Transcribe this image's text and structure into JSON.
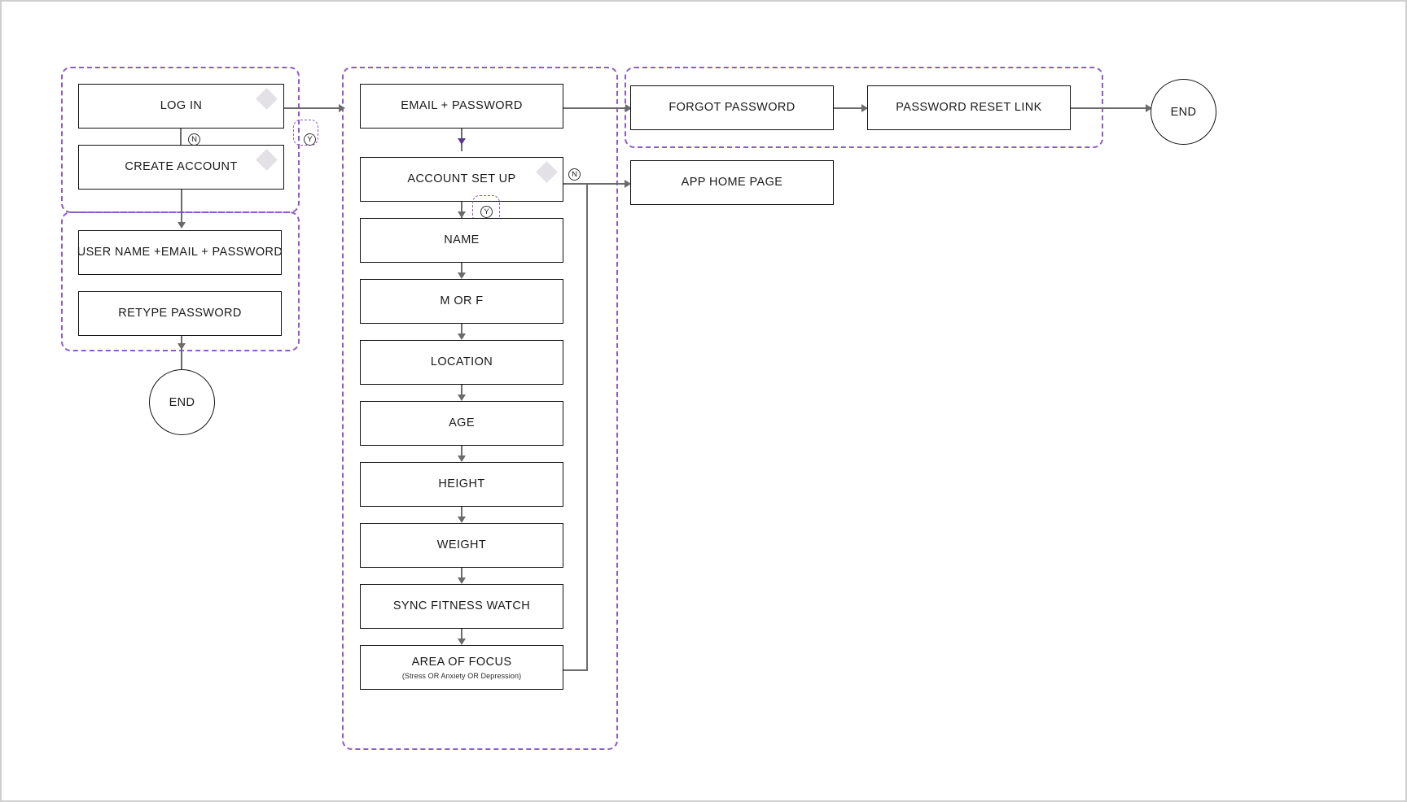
{
  "diagram": {
    "title": "App Login / Account Setup Flowchart",
    "colors": {
      "group_border": "#8b5cc7",
      "node_border": "#111111",
      "connector": "#6b6b6b",
      "diamond_marker": "#e3e1e6",
      "canvas_border": "#cfcfcf",
      "background": "#ffffff"
    }
  },
  "groups": [
    {
      "name": "login-create-account-group"
    },
    {
      "name": "signup-fields-group"
    },
    {
      "name": "account-setup-group"
    },
    {
      "name": "password-recovery-group"
    }
  ],
  "nodes": {
    "log_in": "LOG IN",
    "create_account": "CREATE ACCOUNT",
    "user_name_email_password": "USER NAME +EMAIL + PASSWORD",
    "retype_password": "RETYPE PASSWORD",
    "end_left": "END",
    "email_password": "EMAIL + PASSWORD",
    "account_set_up": "ACCOUNT SET UP",
    "name": "NAME",
    "m_or_f": "M OR F",
    "location": "LOCATION",
    "age": "AGE",
    "height": "HEIGHT",
    "weight": "WEIGHT",
    "sync_fitness_watch": "SYNC FITNESS WATCH",
    "area_of_focus": "AREA OF FOCUS",
    "area_of_focus_sub": "(Stress OR Anxiety OR Depression)",
    "forgot_password": "FORGOT PASSWORD",
    "password_reset_link": "PASSWORD RESET LINK",
    "app_home_page": "APP HOME PAGE",
    "end_right": "END"
  },
  "badges": {
    "login_no": "N",
    "login_yes": "Y",
    "setup_yes": "Y",
    "setup_no": "N"
  }
}
